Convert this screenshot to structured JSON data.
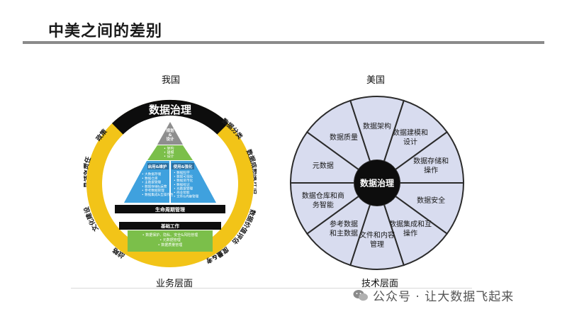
{
  "header": {
    "title": "中美之间的差别"
  },
  "china": {
    "caption": "我国",
    "footer": "业务层面",
    "ring_title": "数据治理",
    "ring_left": [
      "战略",
      "文化建设",
      "管理&责任",
      "政策"
    ],
    "ring_right": [
      "数据分类",
      "数据成熟度评估",
      "数据价值评估",
      "度量&考核"
    ],
    "apex": "规划\n&\n设计",
    "green_top": [
      "• 架构",
      "• 建模",
      "• 设计"
    ],
    "left_head": "启用&维护",
    "right_head": "使用&强化",
    "left_items": [
      "• 大数据存储",
      "• 数据仓库",
      "• 主数据管理",
      "• 数据存储&运营",
      "• 参考数据管理",
      "• 数据集成&互操作性"
    ],
    "right_items": [
      "• 数据科学",
      "• 数据可视化",
      "• 数据货币化",
      "• 数据标记",
      "• 元数据管理",
      "• 商业智能",
      "• 文件&内容管理"
    ],
    "lifecycle_bar": "生命周期管理",
    "foundation_bar": "基础工作",
    "foundation_items": [
      "• 数据保护、隐私、安全&风险管理",
      "• 元数据管理",
      "• 数据质量管理"
    ]
  },
  "usa": {
    "caption": "美国",
    "footer": "技术层面",
    "center": "数据治理",
    "segments": [
      "数据建模和\n设计",
      "数据存储和\n操作",
      "数据安全",
      "数据集成和互\n操作",
      "文件和内容\n管理",
      "参考数据\n和主数据",
      "数据仓库和商\n务智能",
      "元数据",
      "数据质量",
      "数据架构"
    ]
  },
  "watermark": {
    "icon": "wechat-icon",
    "text": "公众号 · 让大数据飞起来"
  },
  "colors": {
    "ring_yellow": "#f2c418",
    "ring_black": "#0d0d0d",
    "apex_gray": "#8e8e8e",
    "green": "#7bbf4a",
    "blue": "#3fa1de",
    "light_blue": "#9ad0f0",
    "segment_fill": "#d8dcef",
    "segment_stroke": "#2b2b2b",
    "title_rule": "#8a8a8a"
  }
}
